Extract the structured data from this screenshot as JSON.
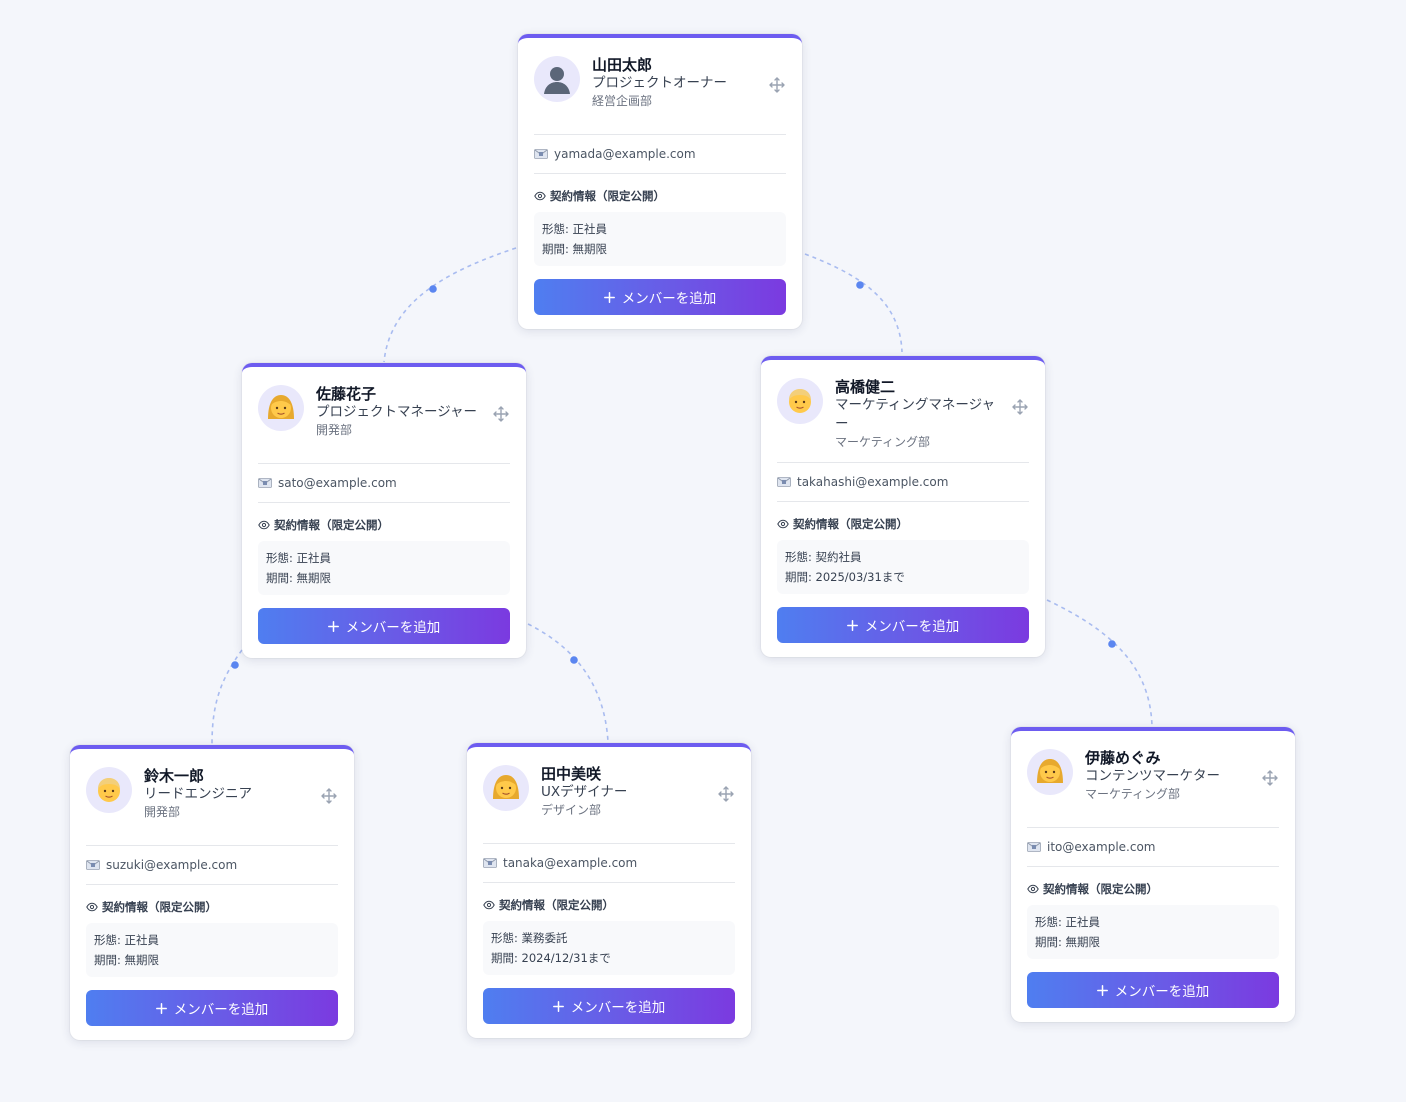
{
  "members": [
    {
      "name": "山田太郎",
      "role": "プロジェクトオーナー",
      "dept": "経営企画部",
      "email": "yamada@example.com",
      "contract_title": "契約情報（限定公開）",
      "type_line": "形態: 正社員",
      "period_line": "期間: 無期限",
      "add_label": "メンバーを追加",
      "avatar": "person-silhouette-icon"
    },
    {
      "name": "佐藤花子",
      "role": "プロジェクトマネージャー",
      "dept": "開発部",
      "email": "sato@example.com",
      "contract_title": "契約情報（限定公開）",
      "type_line": "形態: 正社員",
      "period_line": "期間: 無期限",
      "add_label": "メンバーを追加",
      "avatar": "woman-emoji-icon"
    },
    {
      "name": "高橋健二",
      "role": "マーケティングマネージャー",
      "dept": "マーケティング部",
      "email": "takahashi@example.com",
      "contract_title": "契約情報（限定公開）",
      "type_line": "形態: 契約社員",
      "period_line": "期間: 2025/03/31まで",
      "add_label": "メンバーを追加",
      "avatar": "man-emoji-icon"
    },
    {
      "name": "鈴木一郎",
      "role": "リードエンジニア",
      "dept": "開発部",
      "email": "suzuki@example.com",
      "contract_title": "契約情報（限定公開）",
      "type_line": "形態: 正社員",
      "period_line": "期間: 無期限",
      "add_label": "メンバーを追加",
      "avatar": "man-emoji-icon"
    },
    {
      "name": "田中美咲",
      "role": "UXデザイナー",
      "dept": "デザイン部",
      "email": "tanaka@example.com",
      "contract_title": "契約情報（限定公開）",
      "type_line": "形態: 業務委託",
      "period_line": "期間: 2024/12/31まで",
      "add_label": "メンバーを追加",
      "avatar": "woman-emoji-icon"
    },
    {
      "name": "伊藤めぐみ",
      "role": "コンテンツマーケター",
      "dept": "マーケティング部",
      "email": "ito@example.com",
      "contract_title": "契約情報（限定公開）",
      "type_line": "形態: 正社員",
      "period_line": "期間: 無期限",
      "add_label": "メンバーを追加",
      "avatar": "woman-emoji-icon"
    }
  ],
  "colors": {
    "accent": "#6d5cf0",
    "connector": "#a5b8f0",
    "connector_dot": "#5b86f0",
    "button_start": "#4f7ef0",
    "button_end": "#7b3ae0"
  }
}
